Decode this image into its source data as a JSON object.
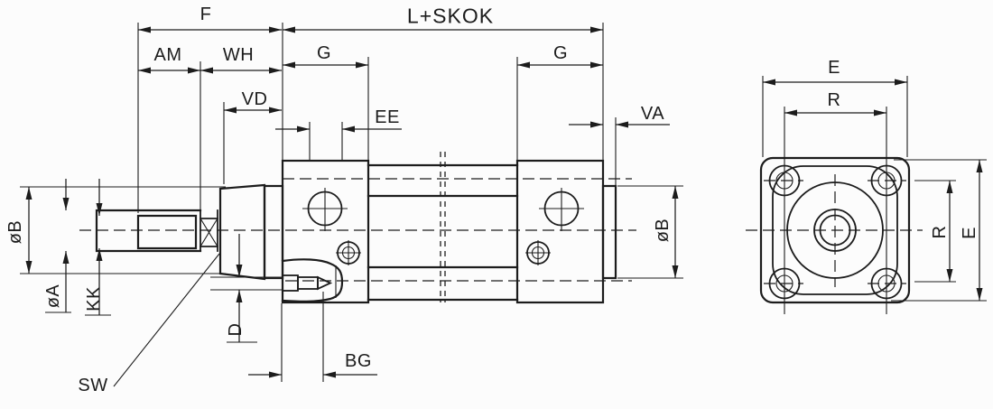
{
  "drawing": {
    "colors": {
      "ink": "#1c1c1c",
      "paper": "#fcfcfc"
    }
  },
  "labels": {
    "f": "F",
    "l_plus_skok": "L+SKOK",
    "am": "AM",
    "wh": "WH",
    "g_left": "G",
    "g_right": "G",
    "vd": "VD",
    "ee": "EE",
    "va": "VA",
    "dia_b_left": "øB",
    "dia_a": "øA",
    "kk": "KK",
    "sw": "SW",
    "d": "D",
    "bg": "BG",
    "dia_b_right": "øB",
    "e_top": "E",
    "r_top": "R",
    "r_side": "R",
    "e_side": "E"
  }
}
